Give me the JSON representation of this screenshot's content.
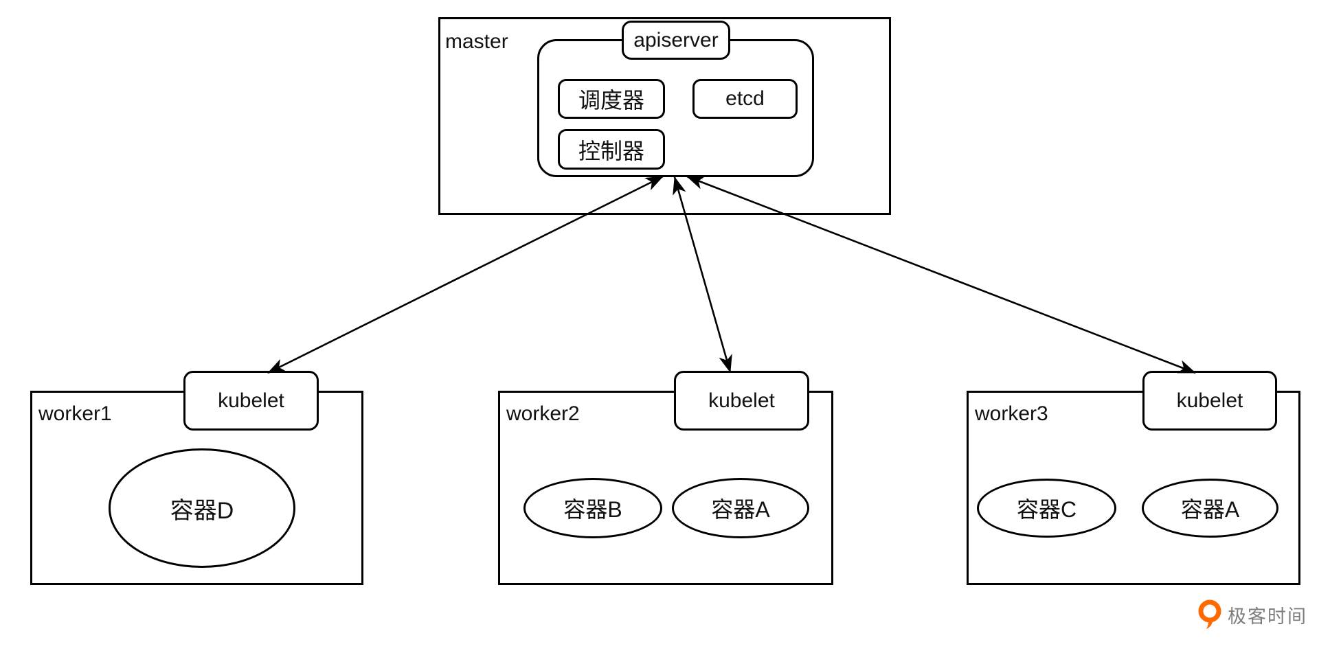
{
  "master": {
    "label": "master",
    "apiserver_label": "apiserver",
    "scheduler_label": "调度器",
    "etcd_label": "etcd",
    "controller_label": "控制器"
  },
  "workers": [
    {
      "label": "worker1",
      "kubelet_label": "kubelet",
      "containers": [
        "容器D"
      ]
    },
    {
      "label": "worker2",
      "kubelet_label": "kubelet",
      "containers": [
        "容器B",
        "容器A"
      ]
    },
    {
      "label": "worker3",
      "kubelet_label": "kubelet",
      "containers": [
        "容器C",
        "容器A"
      ]
    }
  ],
  "footer": {
    "brand": "极客时间"
  },
  "colors": {
    "stroke": "#000000",
    "brand_orange": "#ff6a00",
    "brand_text": "#7d7d7d"
  }
}
